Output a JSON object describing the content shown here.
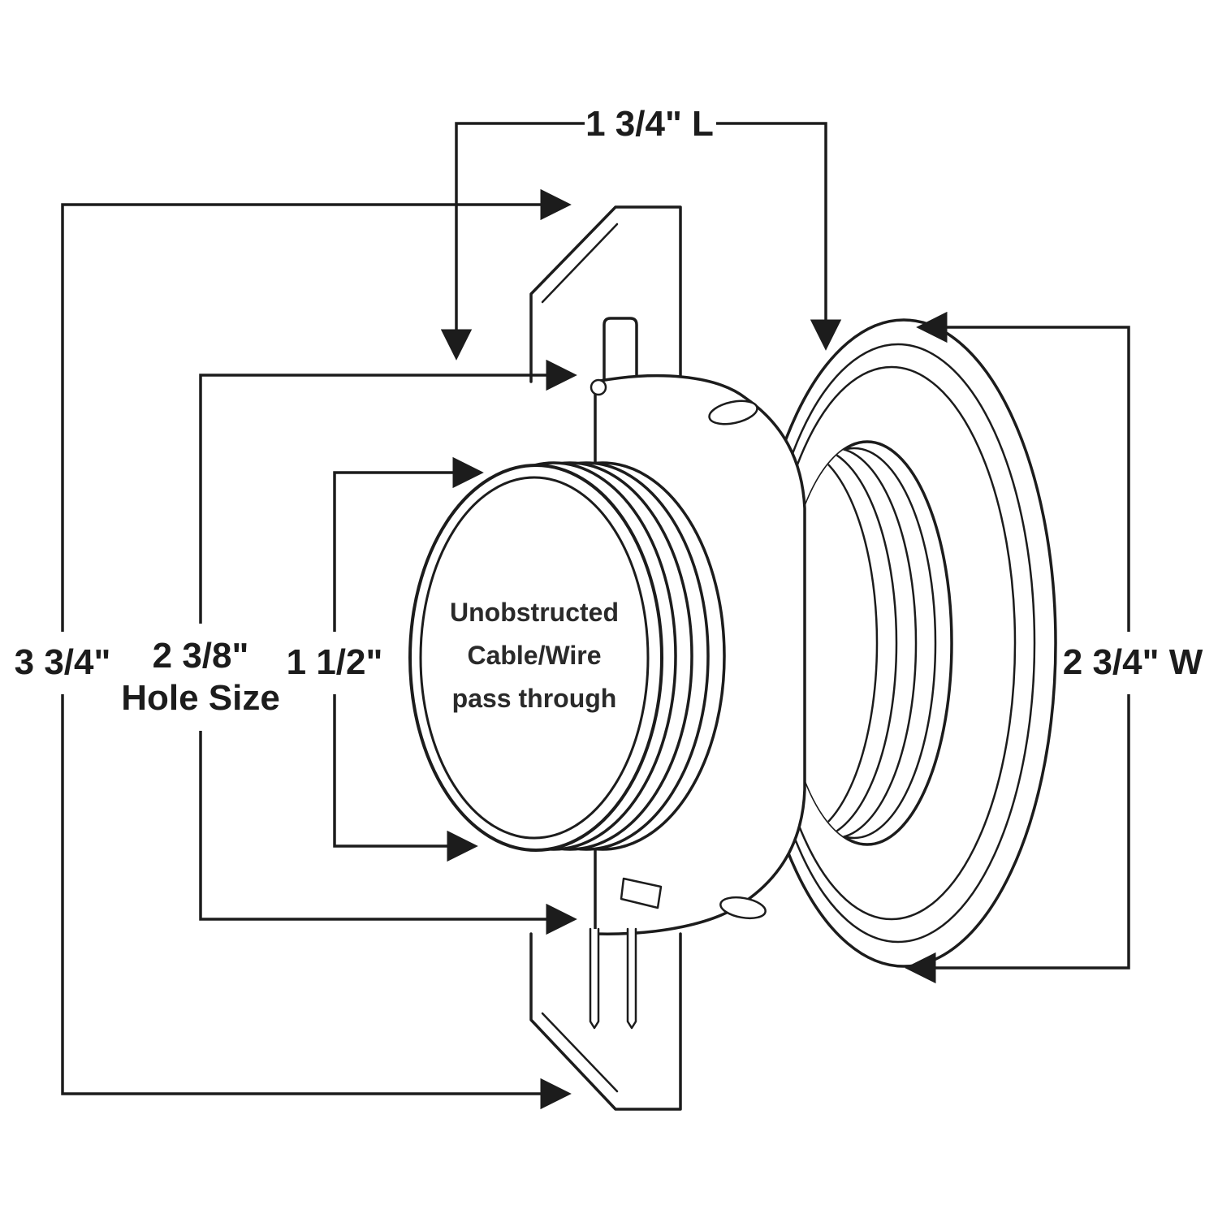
{
  "diagram": {
    "dimensions": {
      "length": "1 3/4\" L",
      "overall_depth": "3 3/4\"",
      "hole_size_value": "2 3/8\"",
      "hole_size_caption": "Hole Size",
      "inner_passage": "1 1/2\"",
      "width": "2 3/4\" W"
    },
    "center_label": {
      "line1": "Unobstructed",
      "line2": "Cable/Wire",
      "line3": "pass through"
    },
    "colors": {
      "line": "#1c1c1c",
      "background": "#ffffff"
    }
  }
}
